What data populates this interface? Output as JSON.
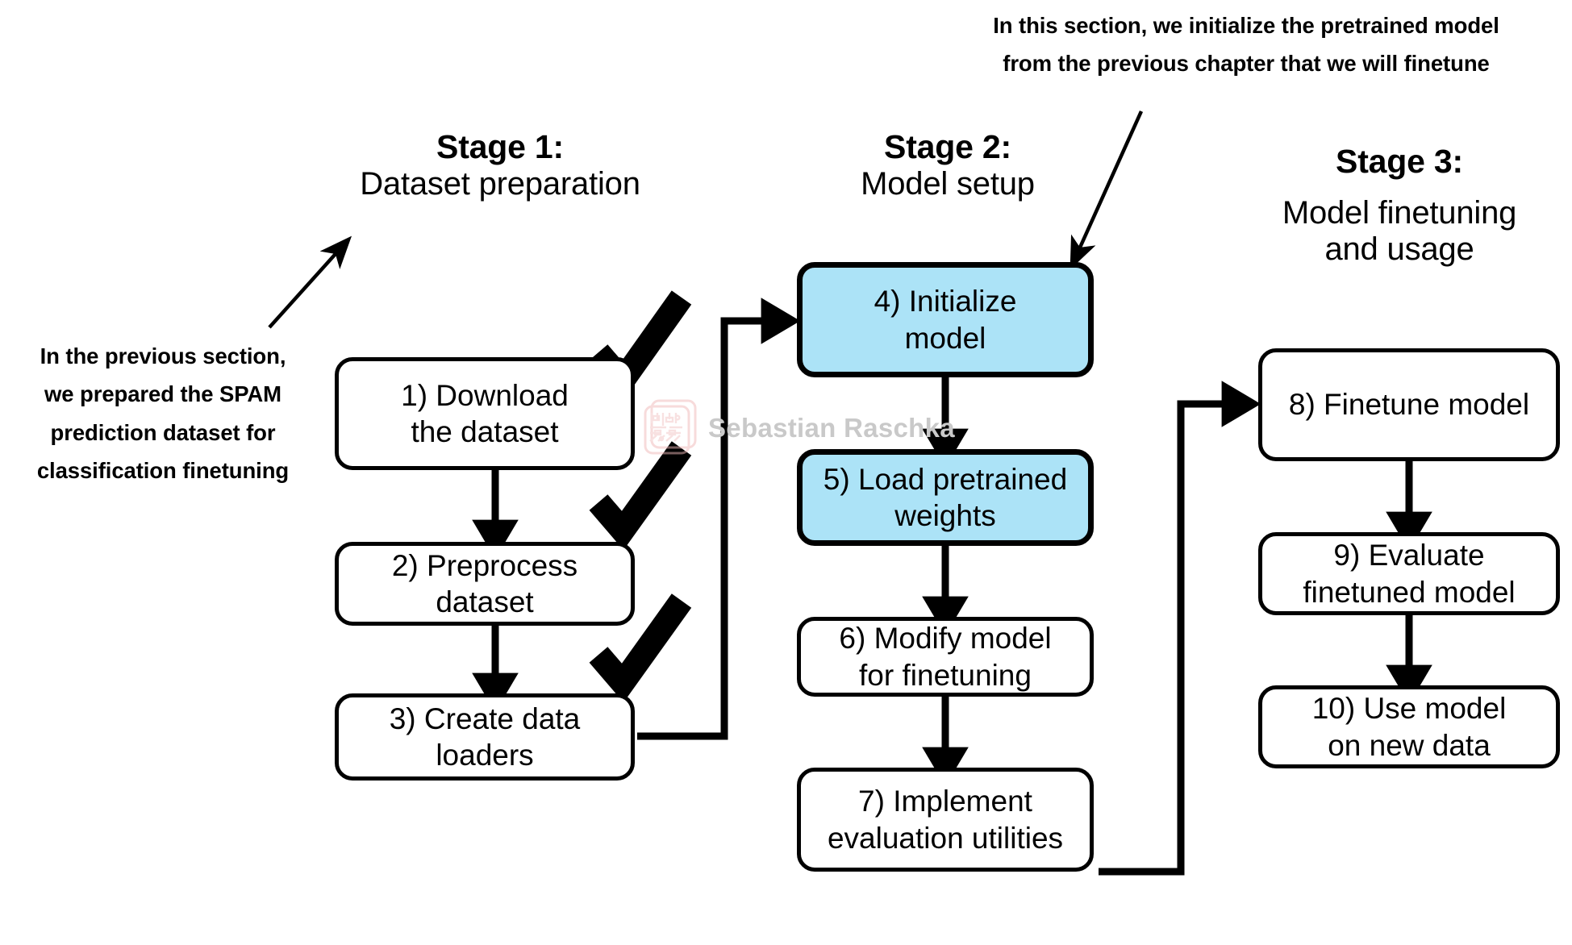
{
  "colors": {
    "accent_blue": "#ace3f7",
    "stroke": "#000000",
    "background": "#ffffff",
    "watermark_text": "#c9c9c9",
    "watermark_logo": "#f4c4c4"
  },
  "stages": [
    {
      "title": "Stage 1:",
      "subtitle": "Dataset preparation"
    },
    {
      "title": "Stage 2:",
      "subtitle": "Model setup"
    },
    {
      "title": "Stage 3:",
      "subtitle": "Model finetuning\nand usage"
    }
  ],
  "annotations": [
    {
      "id": "previous-section-note",
      "text": "In the previous section,\nwe prepared the SPAM\nprediction dataset for\nclassification finetuning"
    },
    {
      "id": "this-section-note",
      "text": "In this section, we initialize the pretrained model\nfrom the previous chapter that we will finetune"
    }
  ],
  "nodes": [
    {
      "id": "step-1",
      "label": "1) Download\nthe dataset",
      "stage": 1,
      "highlighted": false,
      "checkmark": true
    },
    {
      "id": "step-2",
      "label": "2) Preprocess\ndataset",
      "stage": 1,
      "highlighted": false,
      "checkmark": true
    },
    {
      "id": "step-3",
      "label": "3) Create data\nloaders",
      "stage": 1,
      "highlighted": false,
      "checkmark": true
    },
    {
      "id": "step-4",
      "label": "4) Initialize\nmodel",
      "stage": 2,
      "highlighted": true,
      "checkmark": false
    },
    {
      "id": "step-5",
      "label": "5) Load pretrained\nweights",
      "stage": 2,
      "highlighted": true,
      "checkmark": false
    },
    {
      "id": "step-6",
      "label": "6) Modify model\nfor finetuning",
      "stage": 2,
      "highlighted": false,
      "checkmark": false
    },
    {
      "id": "step-7",
      "label": "7) Implement\nevaluation utilities",
      "stage": 2,
      "highlighted": false,
      "checkmark": false
    },
    {
      "id": "step-8",
      "label": "8) Finetune model",
      "stage": 3,
      "highlighted": false,
      "checkmark": false
    },
    {
      "id": "step-9",
      "label": "9) Evaluate\nfinetuned model",
      "stage": 3,
      "highlighted": false,
      "checkmark": false
    },
    {
      "id": "step-10",
      "label": "10) Use model\non new data",
      "stage": 3,
      "highlighted": false,
      "checkmark": false
    }
  ],
  "connections": [
    {
      "from": "step-1",
      "to": "step-2",
      "kind": "vertical"
    },
    {
      "from": "step-2",
      "to": "step-3",
      "kind": "vertical"
    },
    {
      "from": "step-3",
      "to": "step-4",
      "kind": "elbow-right-up"
    },
    {
      "from": "step-4",
      "to": "step-5",
      "kind": "vertical"
    },
    {
      "from": "step-5",
      "to": "step-6",
      "kind": "vertical"
    },
    {
      "from": "step-6",
      "to": "step-7",
      "kind": "vertical"
    },
    {
      "from": "step-7",
      "to": "step-8",
      "kind": "elbow-right-up"
    },
    {
      "from": "step-8",
      "to": "step-9",
      "kind": "vertical"
    },
    {
      "from": "step-9",
      "to": "step-10",
      "kind": "vertical"
    }
  ],
  "watermark": {
    "text": "Sebastian Raschka",
    "logo_name": "circuit-chip-logo"
  }
}
